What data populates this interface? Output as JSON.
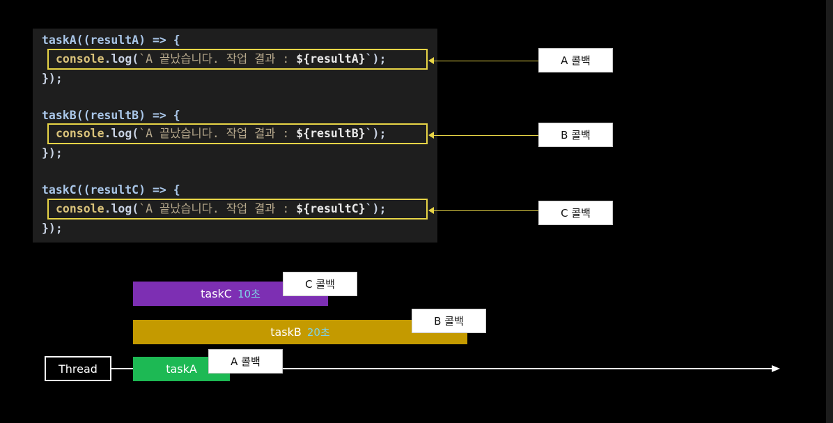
{
  "colors": {
    "background": "#000000",
    "code_bg": "#1e1e1e",
    "highlight": "#e8d547",
    "taskA": "#1db954",
    "taskB": "#c49a00",
    "taskC": "#7d2fb3",
    "duration_text": "#7fd3e6"
  },
  "code": {
    "blocks": [
      {
        "header": "taskA((resultA) => {",
        "console_fn": "console",
        "log_part": ".log(",
        "string_part": "`A 끝났습니다. 작업 결과 : ",
        "template_part": "${resultA}",
        "tail_part": "`);",
        "footer": "});"
      },
      {
        "header": "taskB((resultB) => {",
        "console_fn": "console",
        "log_part": ".log(",
        "string_part": "`A 끝났습니다. 작업 결과 : ",
        "template_part": "${resultB}",
        "tail_part": "`);",
        "footer": "});"
      },
      {
        "header": "taskC((resultC) => {",
        "console_fn": "console",
        "log_part": ".log(",
        "string_part": "`A 끝났습니다. 작업 결과 : ",
        "template_part": "${resultC}",
        "tail_part": "`);",
        "footer": "});"
      }
    ]
  },
  "callout_labels": {
    "a": "A 콜백",
    "b": "B 콜백",
    "c": "C 콜백"
  },
  "timeline": {
    "thread_label": "Thread",
    "tasks": [
      {
        "name": "taskC",
        "duration": "10초",
        "callback": "C 콜백"
      },
      {
        "name": "taskB",
        "duration": "20초",
        "callback": "B 콜백"
      },
      {
        "name": "taskA",
        "duration": "",
        "callback": "A 콜백"
      }
    ]
  }
}
